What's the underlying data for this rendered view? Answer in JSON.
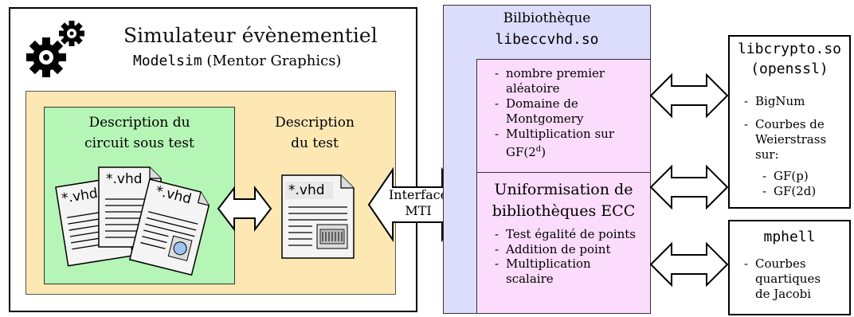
{
  "simulator": {
    "title": "Simulateur évènementiel",
    "product": "Modelsim",
    "vendor": " (Mentor Graphics)"
  },
  "dut": {
    "title_line1": "Description du",
    "title_line2": "circuit sous test",
    "file_label": "*.vhd"
  },
  "testbench": {
    "title_line1": "Description",
    "title_line2": "du test",
    "file_label": "*.vhd"
  },
  "interface": {
    "line1": "Interface",
    "line2": "MTI"
  },
  "library": {
    "title": "Bilbiothèque",
    "filename": "libeccvhd.so",
    "top_items": [
      "nombre premier aléatoire",
      "Domaine de Montgomery",
      "Multiplication sur GF(2"
    ],
    "gf_superscript": "d",
    "gf_close": ")",
    "uni_title_line1": "Uniformisation de",
    "uni_title_line2": "bibliothèques ECC",
    "bottom_items": [
      "Test égalité de points",
      "Addition de point",
      "Multiplication scalaire"
    ]
  },
  "libcrypto": {
    "name": "libcrypto.so",
    "sub": "(openssl)",
    "items": [
      "BigNum",
      "Courbes de Weierstrass sur:"
    ],
    "fields": [
      "GF(p)",
      "GF(2d)"
    ]
  },
  "mphell": {
    "name": "mphell",
    "items": [
      "Courbes quartiques de Jacobi"
    ]
  },
  "colors": {
    "orange_bg": "#fde8b4",
    "green_bg": "#b5f5b5",
    "blue_bg": "#dcdcfc",
    "pink_bg": "#fcdcfc"
  }
}
